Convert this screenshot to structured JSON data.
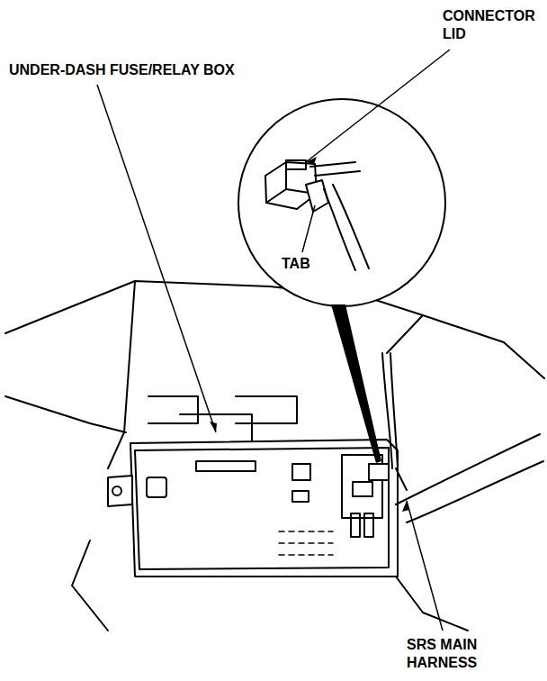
{
  "diagram": {
    "labels": [
      "CONNECTOR LID",
      "UNDER-DASH FUSE/RELAY BOX",
      "TAB",
      "SRS MAIN HARNESS"
    ]
  }
}
